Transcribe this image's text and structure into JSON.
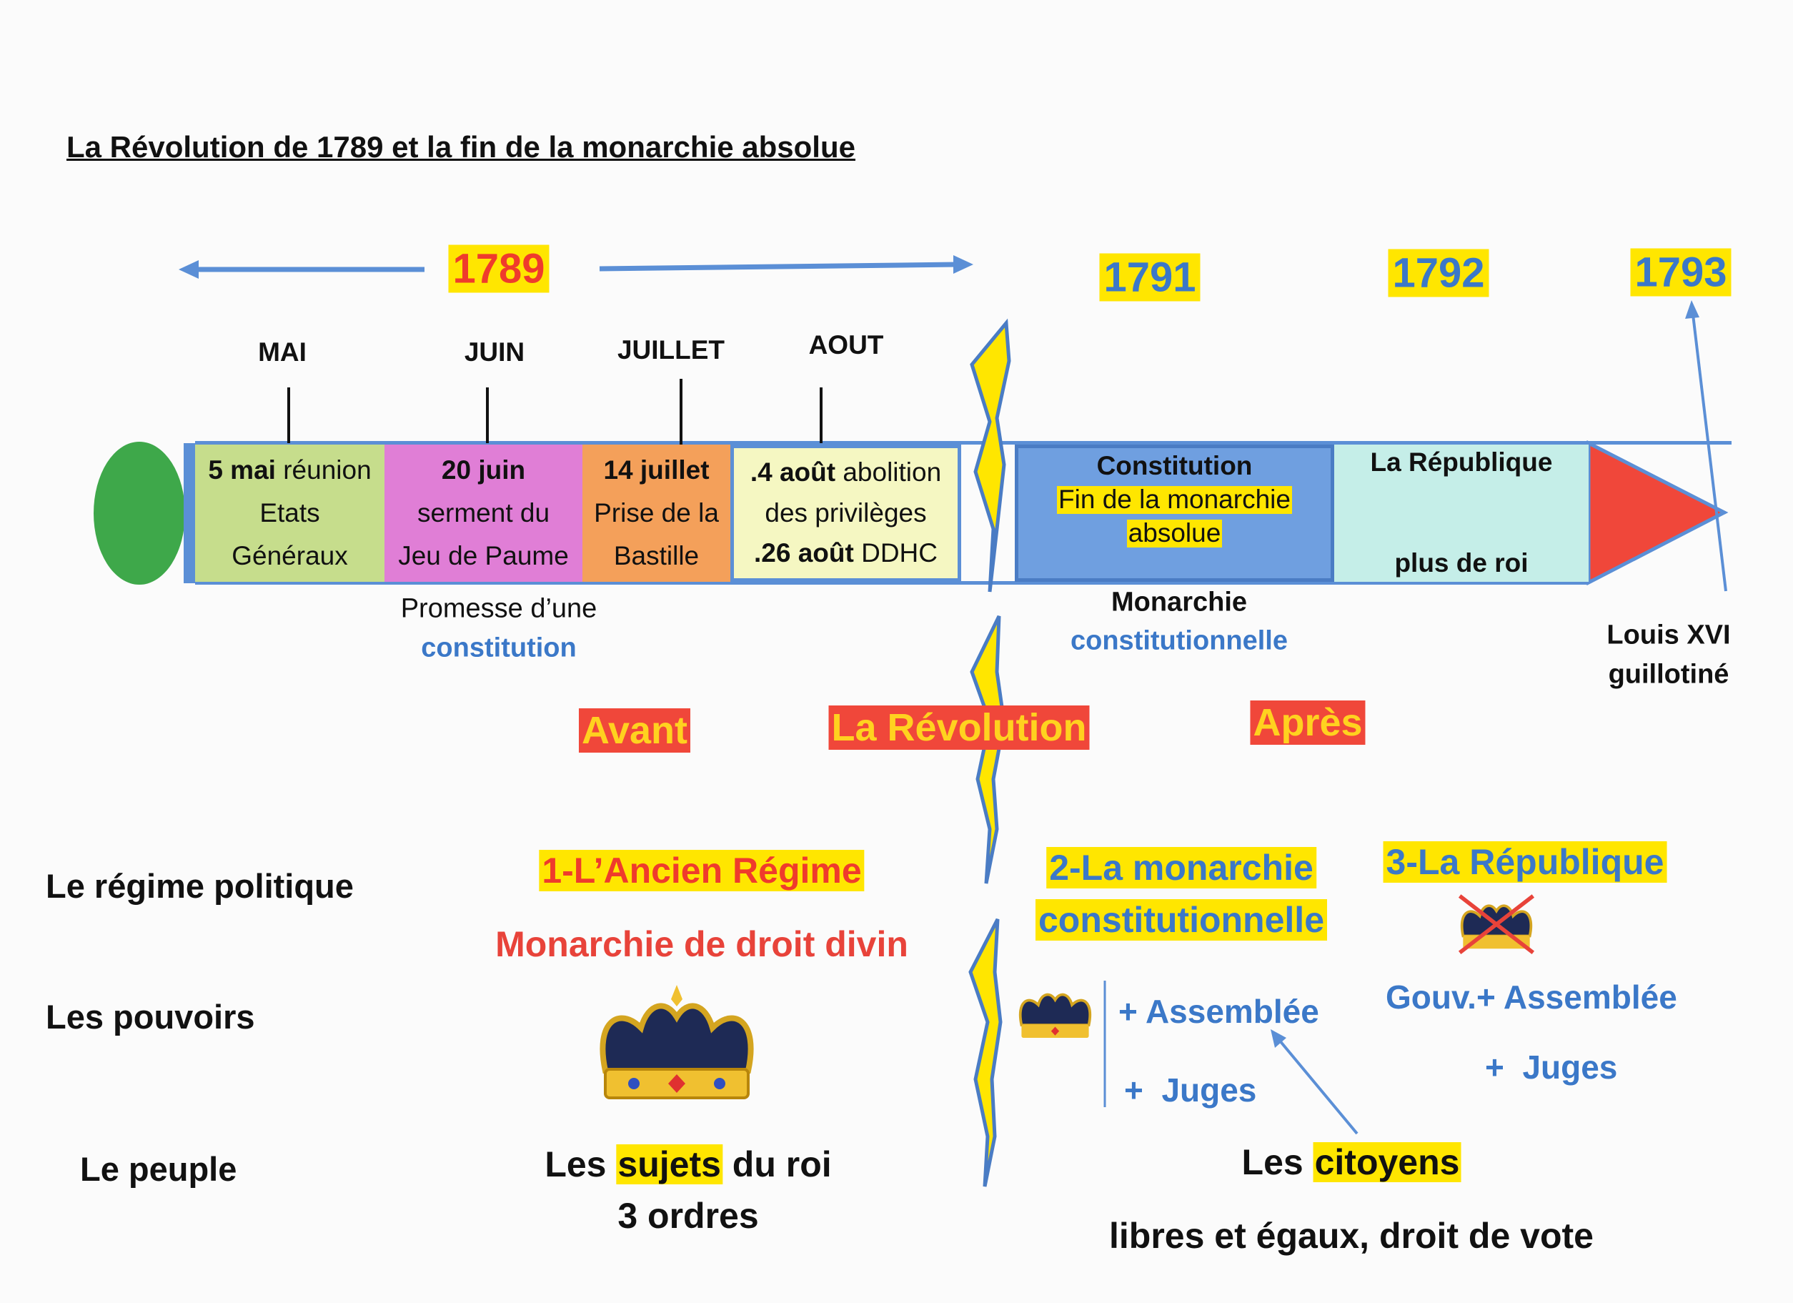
{
  "title": "La Révolution de 1789 et la fin de la monarchie absolue",
  "years": {
    "y1789": "1789",
    "y1791": "1791",
    "y1792": "1792",
    "y1793": "1793"
  },
  "months": [
    "MAI",
    "JUIN",
    "JUILLET",
    "AOUT"
  ],
  "timeline": {
    "mai": {
      "bold": "5 mai",
      "rest": "réunion",
      "l2": "Etats",
      "l3": "Généraux"
    },
    "juin": {
      "l1": "20 juin",
      "l2": "serment du",
      "l3": "Jeu de Paume"
    },
    "juillet": {
      "l1": "14 juillet",
      "l2": "Prise de la",
      "l3": "Bastille"
    },
    "aout": {
      "b1": ".4 août",
      "r1": "abolition",
      "l2": "des privilèges",
      "b3": ".26 août",
      "r3": "DDHC"
    },
    "constitution": {
      "l1": "Constitution",
      "l2": "Fin de la monarchie",
      "l3": "absolue"
    },
    "republique": {
      "l1": "La République",
      "l2": "plus de roi"
    }
  },
  "notes": {
    "promesse": "Promesse d’une",
    "promesse_blue": "constitution",
    "monarchie": "Monarchie",
    "monarchie_blue": "constitutionnelle",
    "louis1": "Louis XVI",
    "louis2": "guillotiné"
  },
  "phases": {
    "avant": "Avant",
    "revolution": "La Révolution",
    "apres": "Après"
  },
  "rows": {
    "regime": "Le régime politique",
    "pouvoirs": "Les pouvoirs",
    "peuple": "Le peuple"
  },
  "ancien": {
    "title": "1-L’Ancien Régime",
    "subtitle": "Monarchie de droit divin",
    "people_pre": "Les ",
    "people_hl": "sujets",
    "people_post": " du roi",
    "people_l2": "3 ordres"
  },
  "monarchie_const": {
    "title1": "2-La monarchie",
    "title2": "constitutionnelle",
    "assemblee": "Assemblée",
    "juges": "Juges"
  },
  "republique": {
    "title": "3-La République",
    "gouv": "Gouv.",
    "assemblee": "Assemblée",
    "juges": "Juges"
  },
  "citoyens": {
    "pre": "Les ",
    "hl": "citoyens",
    "l2": "libres et égaux, droit de vote"
  },
  "colors": {
    "blue": "#3b78c8",
    "yellow": "#ffe600",
    "red": "#f0473a",
    "green": "#3ea84a"
  }
}
